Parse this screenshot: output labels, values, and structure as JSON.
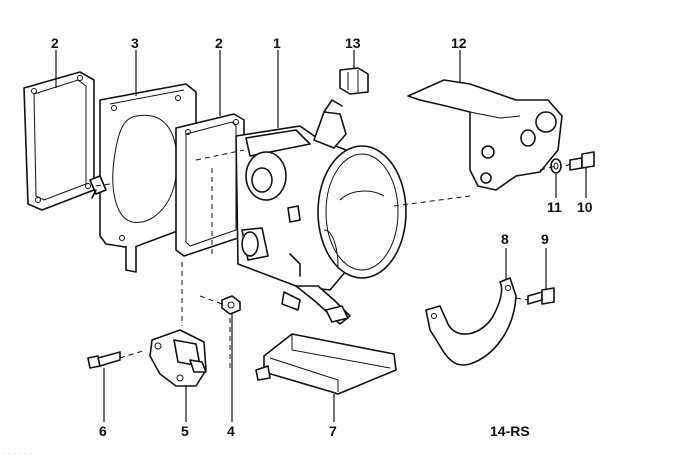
{
  "diagram": {
    "callouts": [
      {
        "key": "c2a",
        "label": "2"
      },
      {
        "key": "c3",
        "label": "3"
      },
      {
        "key": "c2b",
        "label": "2"
      },
      {
        "key": "c1",
        "label": "1"
      },
      {
        "key": "c13",
        "label": "13"
      },
      {
        "key": "c12",
        "label": "12"
      },
      {
        "key": "c11",
        "label": "11"
      },
      {
        "key": "c10",
        "label": "10"
      },
      {
        "key": "c8",
        "label": "8"
      },
      {
        "key": "c9",
        "label": "9"
      },
      {
        "key": "c6",
        "label": "6"
      },
      {
        "key": "c5",
        "label": "5"
      },
      {
        "key": "c4",
        "label": "4"
      },
      {
        "key": "c7",
        "label": "7"
      }
    ],
    "diagram_code": "14-RS",
    "watermark": "· · · · · ·"
  }
}
